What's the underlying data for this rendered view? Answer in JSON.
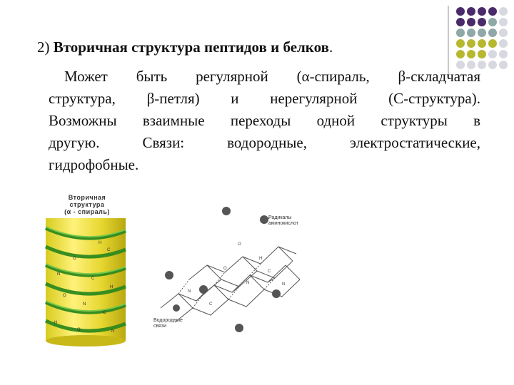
{
  "slide": {
    "title_number": "2) ",
    "title_text": "Вторичная структура пептидов и белков",
    "title_period": ".",
    "body_lines": [
      "Может быть регулярной (α-спираль, β-складчатая",
      "структура, β-петля) и нерегулярной (С-структура).",
      "Возможны взаимные переходы одной структуры в",
      "другую. Связи: водородные, электростатические,",
      "гидрофобные."
    ]
  },
  "decor": {
    "dot_colors": [
      "#4a2a6a",
      "#8fa8a8",
      "#b8b830",
      "#d8d8e0"
    ]
  },
  "figure_helix": {
    "label_line1": "Вторичная",
    "label_line2": "структура",
    "label_line3": "(α - спираль)"
  },
  "figure_sheet": {
    "label_radicals_1": "Радикалы",
    "label_radicals_2": "аминокислот",
    "label_hbonds_1": "Водородные",
    "label_hbonds_2": "связи"
  }
}
